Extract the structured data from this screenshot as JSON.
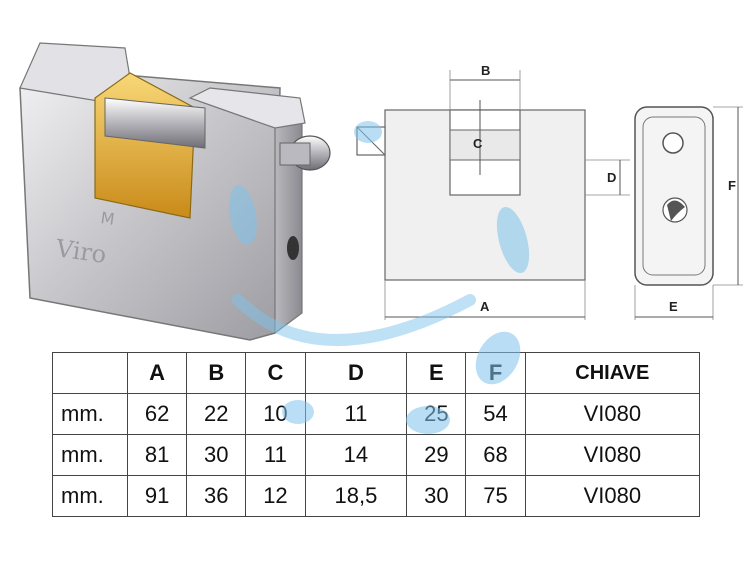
{
  "drawing": {
    "label_a": "A",
    "label_b": "B",
    "label_c": "C",
    "label_d": "D",
    "label_e": "E",
    "label_f": "F"
  },
  "photo": {
    "engraving": "Viro"
  },
  "table": {
    "headers": [
      "",
      "A",
      "B",
      "C",
      "D",
      "E",
      "F",
      "CHIAVE"
    ],
    "rows": [
      [
        "mm.",
        "62",
        "22",
        "10",
        "11",
        "25",
        "54",
        "VI080"
      ],
      [
        "mm.",
        "81",
        "30",
        "11",
        "14",
        "29",
        "68",
        "VI080"
      ],
      [
        "mm.",
        "91",
        "36",
        "12",
        "18,5",
        "30",
        "75",
        "VI080"
      ]
    ]
  },
  "colors": {
    "body_metal": "#cfcfd2",
    "brass": "#e9b638",
    "outline": "#333333",
    "watermark": "#7fc3ec"
  }
}
